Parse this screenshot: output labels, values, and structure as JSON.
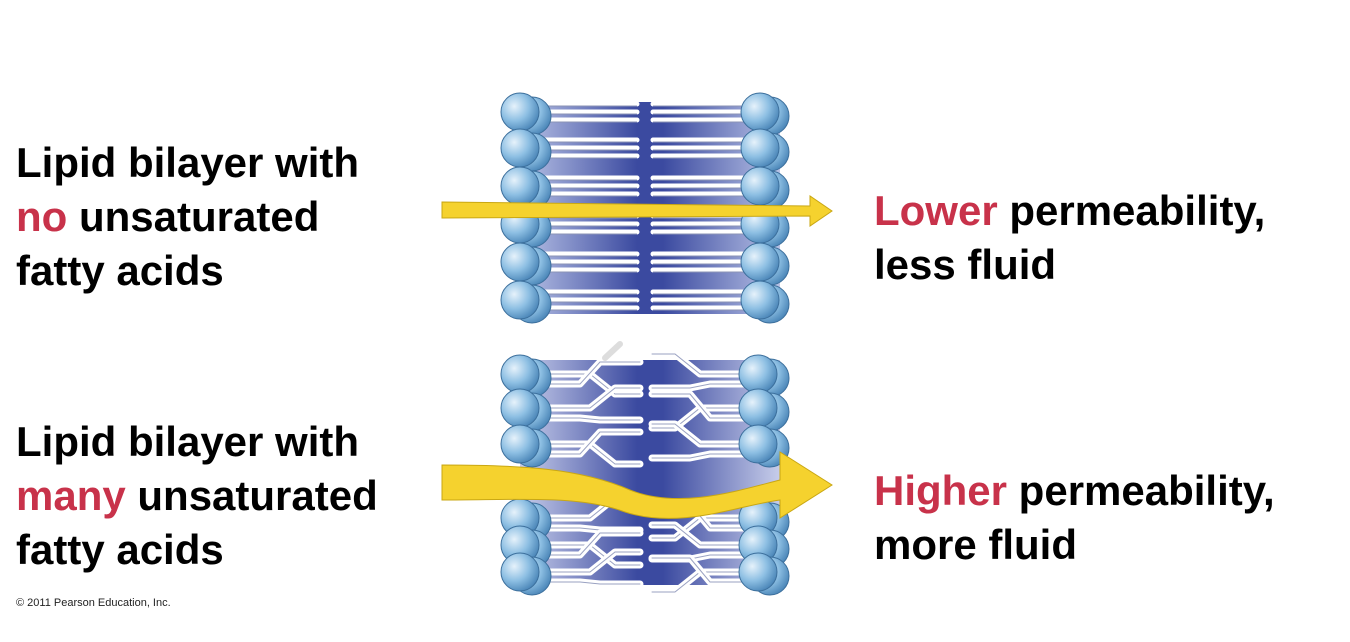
{
  "saturated_panel": {
    "description_line1": "Lipid bilayer with",
    "description_accent": "no",
    "description_line2_rest": " unsaturated",
    "description_line3": "fatty acids",
    "result_accent": "Lower",
    "result_line1_rest": " permeability,",
    "result_line2": "less fluid"
  },
  "unsaturated_panel": {
    "description_line1": "Lipid bilayer with",
    "description_accent": "many",
    "description_line2_rest": " unsaturated",
    "description_line3": "fatty acids",
    "result_accent": "Higher",
    "result_line1_rest": " permeability,",
    "result_line2": "more fluid"
  },
  "copyright": "© 2011 Pearson Education, Inc.",
  "colors": {
    "accent": "#c8324a",
    "head": "#7fb4de",
    "core": "#3b4aa0",
    "arrow": "#f5d22e"
  }
}
